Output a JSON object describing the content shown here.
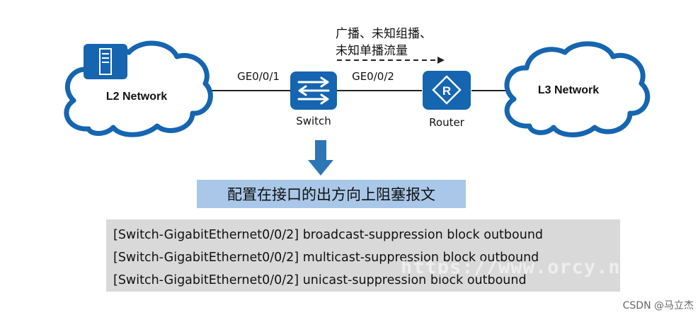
{
  "clouds": {
    "left_label": "L2 Network",
    "right_label": "L3 Network"
  },
  "devices": {
    "switch_label": "Switch",
    "router_label": "Router",
    "router_icon_letter": "R"
  },
  "ports": {
    "left": "GE0/0/1",
    "right": "GE0/0/2"
  },
  "traffic": {
    "line1": "广播、未知组播、",
    "line2": "未知单播流量"
  },
  "banner": "配置在接口的出方向上阻塞报文",
  "commands": [
    "[Switch-GigabitEthernet0/0/2] broadcast-suppression block outbound",
    "[Switch-GigabitEthernet0/0/2] multicast-suppression block outbound",
    "[Switch-GigabitEthernet0/0/2] unicast-suppression block outbound"
  ],
  "watermark": "https://www.orcy.net.cn",
  "credit": "CSDN @马立杰",
  "colors": {
    "device_blue": "#1565b0",
    "arrow_blue": "#2e75b6",
    "banner_bg": "#a9c7e8",
    "cmd_bg": "#d9d9d9",
    "cloud_stroke": "#1565b0"
  }
}
